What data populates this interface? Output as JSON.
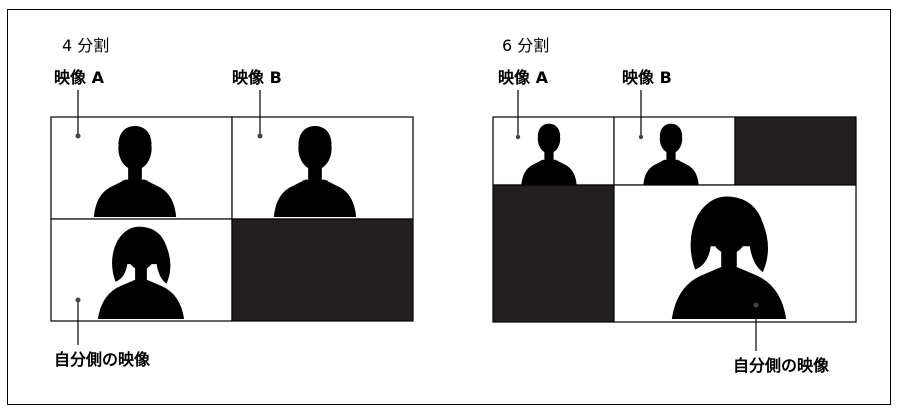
{
  "sections": {
    "four_split": {
      "title": "4 分割",
      "label_a": "映像 A",
      "label_b": "映像 B",
      "label_self": "自分側の映像"
    },
    "six_split": {
      "title": "6 分割",
      "label_a": "映像 A",
      "label_b": "映像 B",
      "label_self": "自分側の映像"
    }
  },
  "colors": {
    "blank_pane": "#231f20",
    "line": "#000000"
  }
}
